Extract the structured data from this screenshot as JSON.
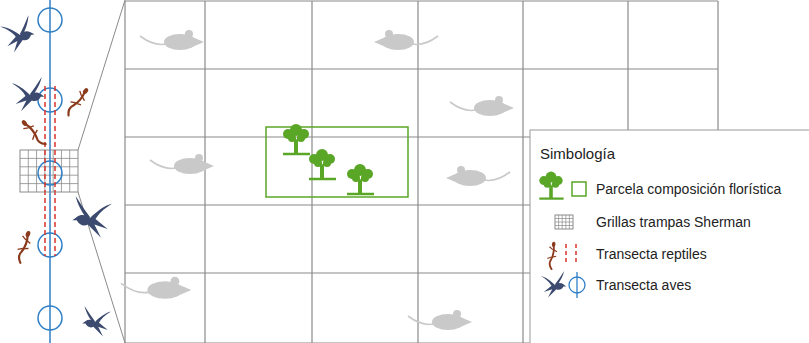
{
  "diagram": {
    "labels": [
      "Simbología"
    ],
    "legend": [
      {
        "text": "Parcela composición florística"
      },
      {
        "text": "Grillas trampas Sherman"
      },
      {
        "text": "Transecta reptiles"
      },
      {
        "text": "Transecta aves"
      }
    ]
  }
}
